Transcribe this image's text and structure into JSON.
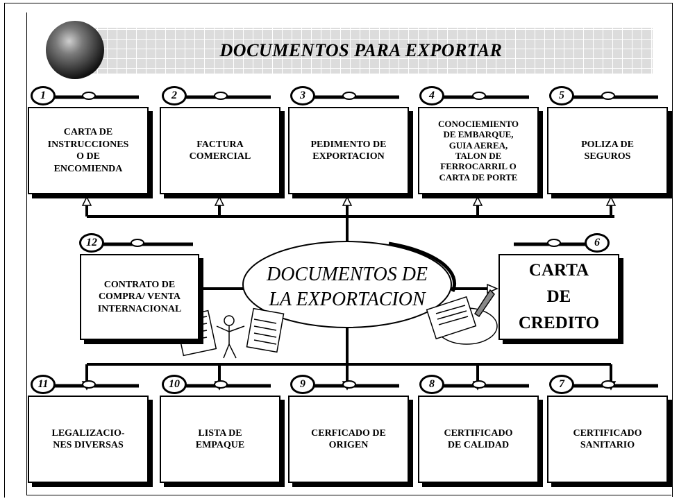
{
  "title": "DOCUMENTOS PARA EXPORTAR",
  "center_label": "DOCUMENTOS DE\nLA EXPORTACION",
  "documents": [
    {
      "number": "1",
      "label": "CARTA DE\nINSTRUCCIONES\nO DE\nENCOMIENDA"
    },
    {
      "number": "2",
      "label": "FACTURA\nCOMERCIAL"
    },
    {
      "number": "3",
      "label": "PEDIMENTO DE\nEXPORTACION"
    },
    {
      "number": "4",
      "label": "CONOCIEMIENTO\nDE EMBARQUE,\nGUIA AEREA,\nTALON DE\nFERROCARRIL O\nCARTA DE PORTE"
    },
    {
      "number": "5",
      "label": "POLIZA DE\nSEGUROS"
    },
    {
      "number": "6",
      "label": "CARTA\nDE\nCREDITO"
    },
    {
      "number": "7",
      "label": "CERTIFICADO\nSANITARIO"
    },
    {
      "number": "8",
      "label": "CERTIFICADO\nDE CALIDAD"
    },
    {
      "number": "9",
      "label": "CERFICADO DE\nORIGEN"
    },
    {
      "number": "10",
      "label": "LISTA DE\nEMPAQUE"
    },
    {
      "number": "11",
      "label": "LEGALIZACIO-\nNES DIVERSAS"
    },
    {
      "number": "12",
      "label": "CONTRATO DE\nCOMPRA/ VENTA\nINTERNACIONAL"
    }
  ]
}
